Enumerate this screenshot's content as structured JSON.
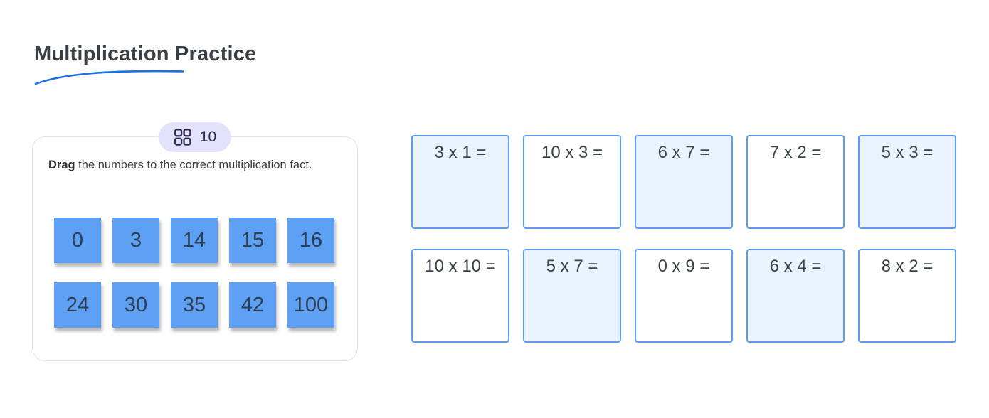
{
  "page": {
    "title": "Multiplication Practice"
  },
  "practice_card": {
    "badge": {
      "icon": "grid-icon",
      "count": "10"
    },
    "instruction_bold": "Drag",
    "instruction_rest": " the numbers to the correct multiplication fact.",
    "tiles": [
      [
        "0",
        "3",
        "14",
        "15",
        "16"
      ],
      [
        "24",
        "30",
        "35",
        "42",
        "100"
      ]
    ]
  },
  "targets": {
    "rows": [
      [
        {
          "label": "3 x 1 =",
          "highlighted": true
        },
        {
          "label": "10 x 3 =",
          "highlighted": false
        },
        {
          "label": "6 x 7 =",
          "highlighted": true
        },
        {
          "label": "7 x 2 =",
          "highlighted": false
        },
        {
          "label": "5 x 3 =",
          "highlighted": true
        }
      ],
      [
        {
          "label": "10 x 10 =",
          "highlighted": false
        },
        {
          "label": "5 x 7 =",
          "highlighted": true
        },
        {
          "label": "0 x 9 =",
          "highlighted": false
        },
        {
          "label": "6 x 4 =",
          "highlighted": true
        },
        {
          "label": "8 x 2 =",
          "highlighted": false
        }
      ]
    ]
  },
  "colors": {
    "title_color": "#3A3F45",
    "swoosh": "#1B6FE0",
    "card_border": "#E3E3E5",
    "badge_bg": "#E4E1FA",
    "badge_fg": "#2D2A56",
    "tile_blue": "#5EA1F4",
    "tile_text": "#2F3E50",
    "box_border": "#5D9BEB",
    "box_fill": "#EAF2FD",
    "fact_text": "#3E444B",
    "instruction_color": "#3D3D3D"
  }
}
